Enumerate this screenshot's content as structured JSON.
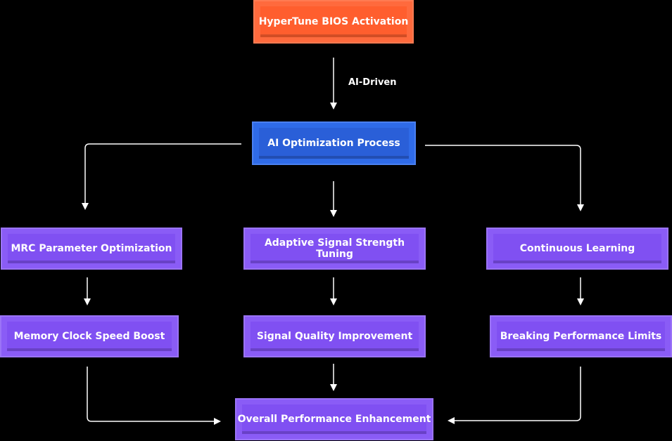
{
  "nodes": {
    "bios_activation": "HyperTune BIOS Activation",
    "ai_optimization": "AI Optimization Process",
    "mrc_param": "MRC Parameter Optimization",
    "adaptive_signal": "Adaptive Signal Strength Tuning",
    "continuous_learning": "Continuous Learning",
    "memory_clock": "Memory Clock Speed Boost",
    "signal_quality": "Signal Quality Improvement",
    "breaking_limits": "Breaking Performance Limits",
    "overall_performance": "Overall Performance Enhancement"
  },
  "edge_labels": {
    "ai_driven": "AI-Driven"
  },
  "colors": {
    "start": "#ff6a3d",
    "process": "#2f6be8",
    "step": "#8a5cf6",
    "edge": "#ffffff",
    "background": "#000000"
  }
}
